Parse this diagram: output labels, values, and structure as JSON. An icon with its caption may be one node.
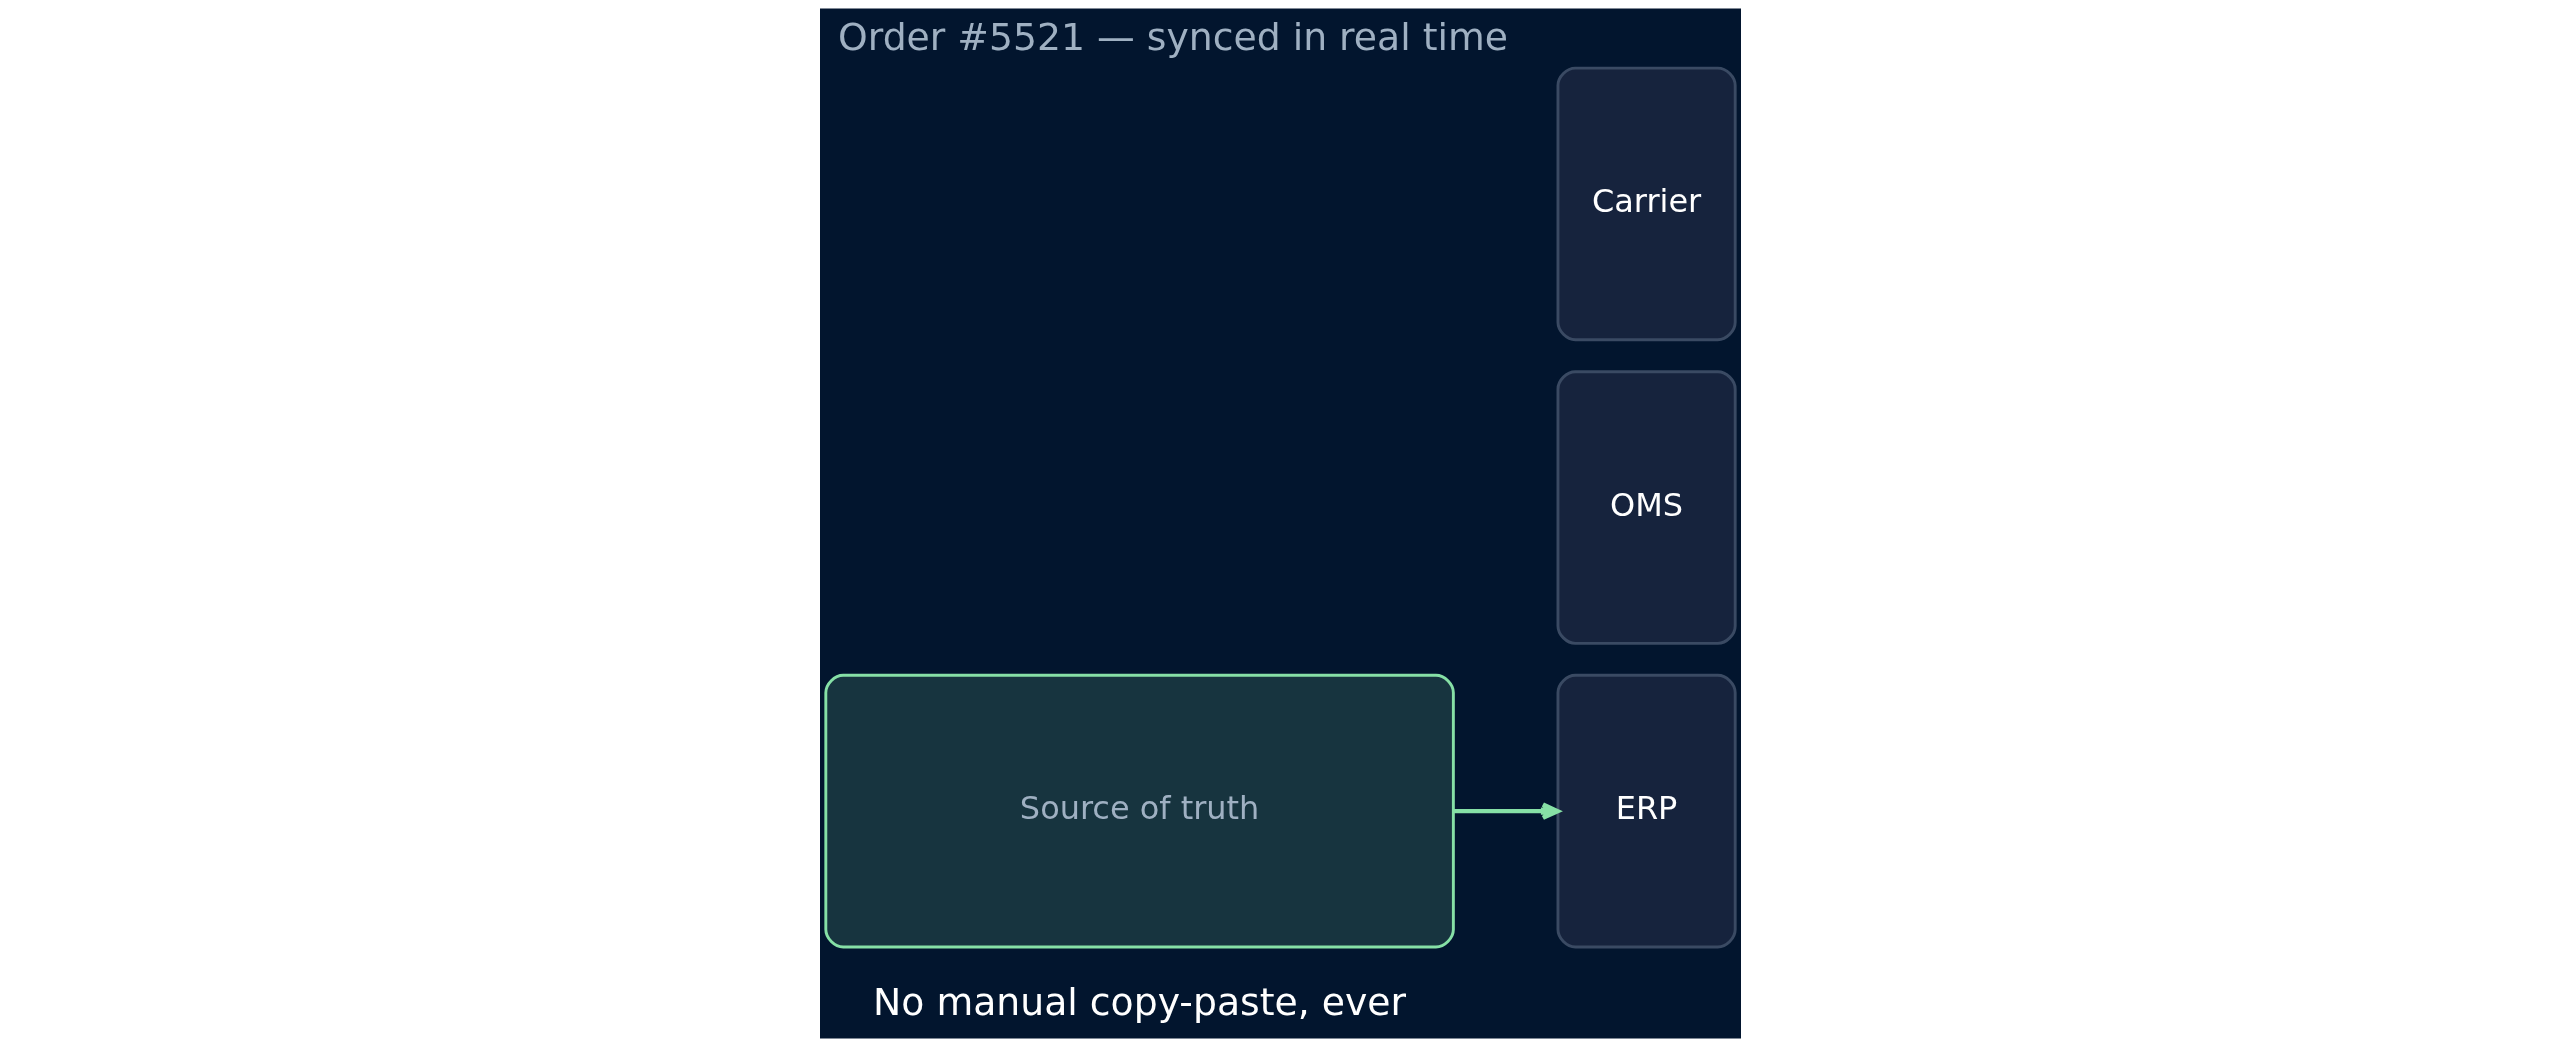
{
  "diagram": {
    "title": "Order #5521 — synced in real time",
    "caption": "No manual copy-paste, ever",
    "nodes": [
      {
        "text": [
          "Source of truth"
        ]
      },
      {
        "text": [
          "ERP"
        ]
      },
      {
        "text": [
          "OMS"
        ]
      },
      {
        "text": [
          "Carrier"
        ]
      }
    ],
    "edges": [
      {
        "from": 0,
        "to": 1,
        "arrow": "to",
        "color": "#86e0a6"
      }
    ]
  }
}
